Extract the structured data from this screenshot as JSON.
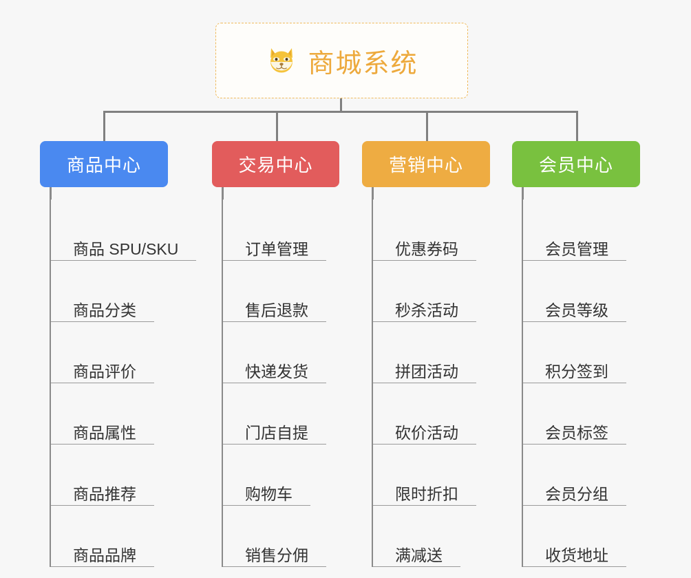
{
  "root": {
    "title": "商城系统",
    "icon": "dog-face-icon",
    "icon_glyph": "🐶",
    "text_color": "#eda93c",
    "border_color": "#efb95a"
  },
  "connector_color": "#808080",
  "background_color": "#f7f7f7",
  "categories": [
    {
      "label": "商品中心",
      "color": "#4a89f0",
      "color_name": "blue",
      "items": [
        {
          "label": "商品 SPU/SKU"
        },
        {
          "label": "商品分类"
        },
        {
          "label": "商品评价"
        },
        {
          "label": "商品属性"
        },
        {
          "label": "商品推荐"
        },
        {
          "label": "商品品牌"
        }
      ]
    },
    {
      "label": "交易中心",
      "color": "#e25c5c",
      "color_name": "red",
      "items": [
        {
          "label": "订单管理"
        },
        {
          "label": "售后退款"
        },
        {
          "label": "快递发货"
        },
        {
          "label": "门店自提"
        },
        {
          "label": "购物车"
        },
        {
          "label": "销售分佣"
        }
      ]
    },
    {
      "label": "营销中心",
      "color": "#eeac42",
      "color_name": "orange",
      "items": [
        {
          "label": "优惠券码"
        },
        {
          "label": "秒杀活动"
        },
        {
          "label": "拼团活动"
        },
        {
          "label": "砍价活动"
        },
        {
          "label": "限时折扣"
        },
        {
          "label": "满减送"
        }
      ]
    },
    {
      "label": "会员中心",
      "color": "#79c13f",
      "color_name": "green",
      "items": [
        {
          "label": "会员管理"
        },
        {
          "label": "会员等级"
        },
        {
          "label": "积分签到"
        },
        {
          "label": "会员标签"
        },
        {
          "label": "会员分组"
        },
        {
          "label": "收货地址"
        }
      ]
    }
  ]
}
